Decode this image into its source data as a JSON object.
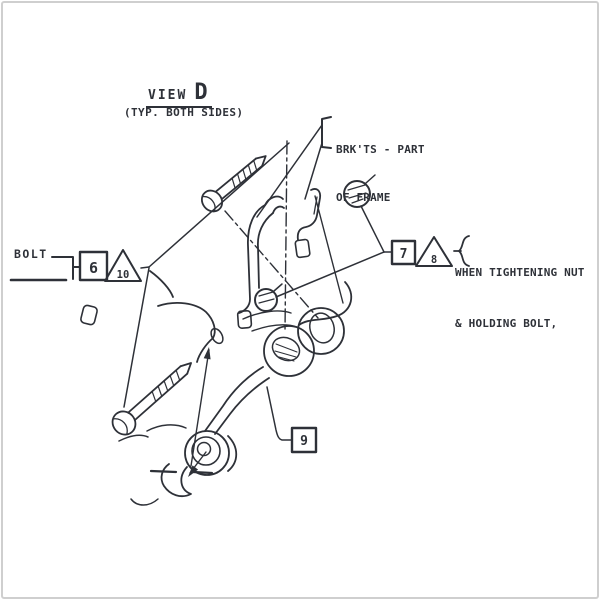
{
  "title": {
    "view": "VIEW",
    "letter": "D",
    "subtitle": "(TYP. BOTH SIDES)"
  },
  "labels": {
    "brkts_line1": "BRK'TS - PART",
    "brkts_line2": "OF FRAME",
    "bolt": "BOLT",
    "note_line1": "WHEN TIGHTENING NUT",
    "note_line2": "& HOLDING BOLT,"
  },
  "callouts": {
    "item_bolt": "6",
    "caution_bolt": "10",
    "item_nut": "7",
    "caution_nut": "8",
    "item_link": "9"
  },
  "colors": {
    "ink": "#2e3138",
    "paper": "#ffffff",
    "border": "#cfcfcf"
  }
}
